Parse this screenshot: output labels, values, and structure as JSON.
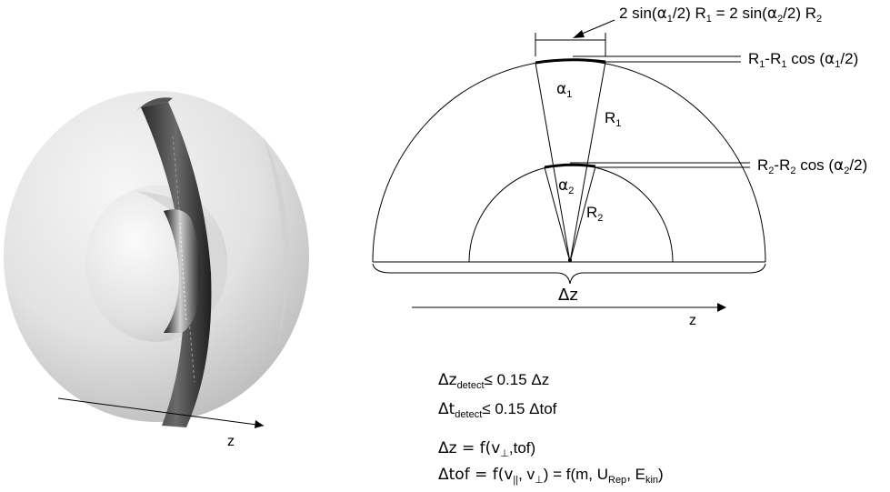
{
  "left_figure": {
    "axis_label": "z"
  },
  "right_figure": {
    "top_formula": {
      "lhs": "2 sin(",
      "a1": "α",
      "a1_sub": "1",
      "half1": "/2) R",
      "r1_sub": "1",
      "mid": " = 2 sin(",
      "a2": "α",
      "a2_sub": "2",
      "half2": "/2) R",
      "r2_sub": "2"
    },
    "outer_sag": {
      "r": "R",
      "r_sub": "1",
      "minus": "-R",
      "minus_sub": "1",
      "cos": " cos (",
      "alpha": "α",
      "alpha_sub": "1",
      "end": "/2)"
    },
    "inner_sag": {
      "r": "R",
      "r_sub": "2",
      "minus": "-R",
      "minus_sub": "2",
      "cos": " cos (",
      "alpha": "α",
      "alpha_sub": "2",
      "end": "/2)"
    },
    "alpha1": {
      "sym": "α",
      "sub": "1"
    },
    "alpha2": {
      "sym": "α",
      "sub": "2"
    },
    "R1": {
      "sym": "R",
      "sub": "1"
    },
    "R2": {
      "sym": "R",
      "sub": "2"
    },
    "delta_z": "Δz",
    "axis_label": "z"
  },
  "equations": [
    {
      "pre": "Δz",
      "sub": "detect",
      "post": "≤ 0.15 Δz"
    },
    {
      "pre": "Δt",
      "sub": "detect",
      "post": "≤ 0.15 Δtof"
    },
    {
      "pre": "Δz = f(v",
      "sub": "⊥",
      "post": ",tof)"
    },
    {
      "pre": "Δtof = f(v",
      "sub": "||",
      "mid": ", v",
      "sub2": "⊥",
      "mid2": ") = f(m, U",
      "sub3": "Rep",
      "mid3": ", E",
      "sub4": "kin",
      "post": ")"
    }
  ]
}
